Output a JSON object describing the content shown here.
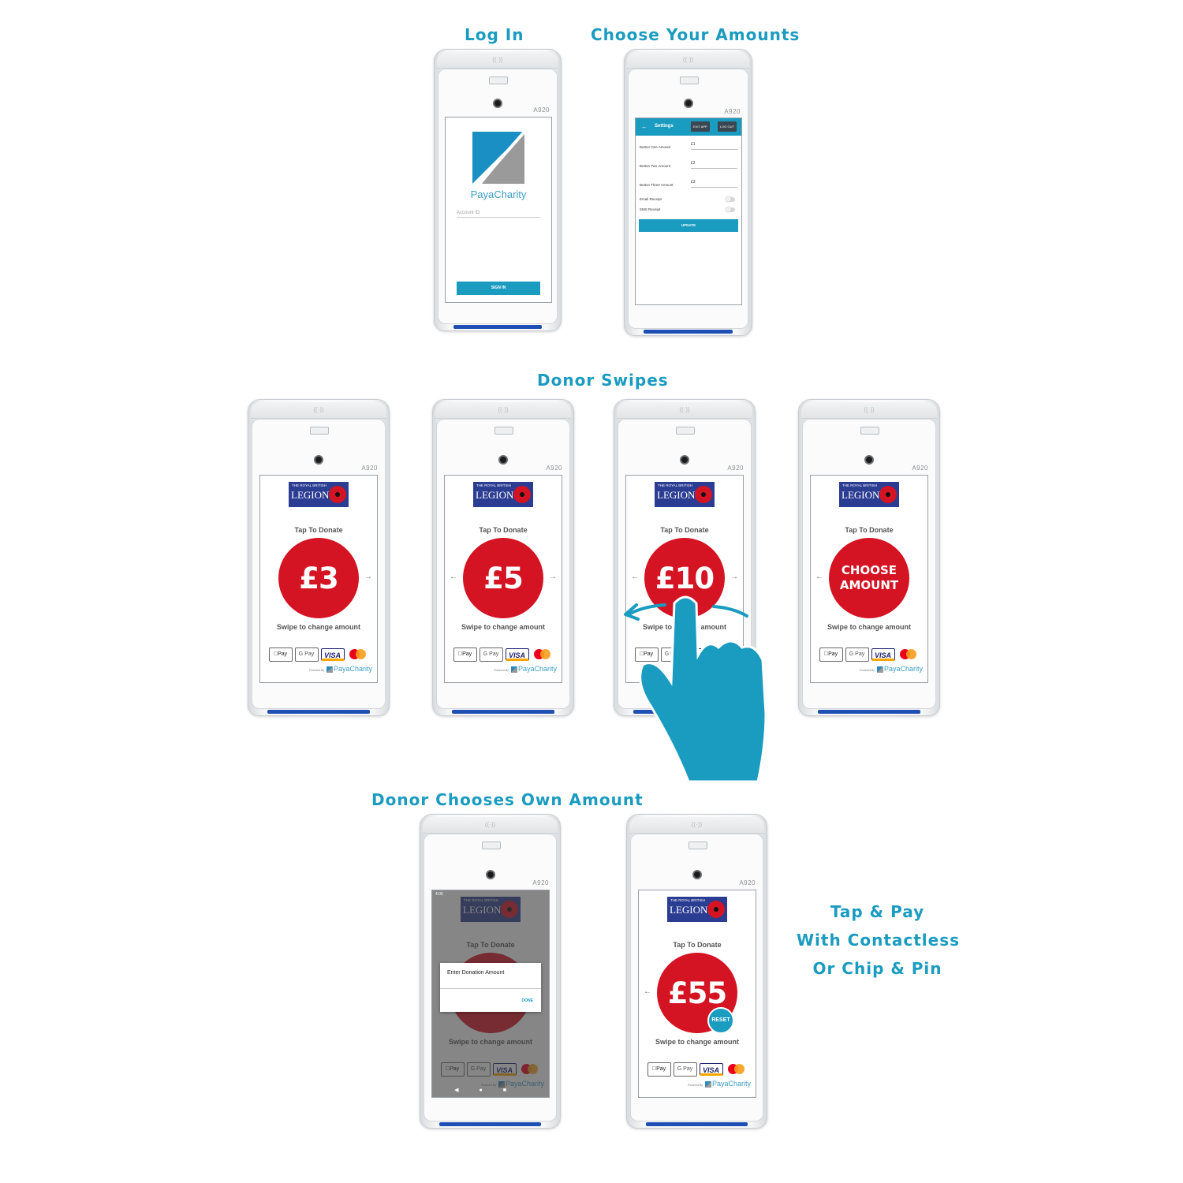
{
  "headings": {
    "log_in": "Log In",
    "choose_amounts": "Choose Your Amounts",
    "donor_swipes": "Donor Swipes",
    "donor_chooses": "Donor Chooses Own Amount"
  },
  "side_caption": [
    "Tap & Pay",
    "With Contactless",
    "Or Chip & Pin"
  ],
  "device": {
    "model": "A920"
  },
  "login_screen": {
    "brand": "PayaCharity",
    "account_placeholder": "Account ID",
    "sign_in_label": "SIGN IN"
  },
  "settings_screen": {
    "title": "Settings",
    "exit_app_label": "EXIT APP",
    "log_out_label": "LOG OUT",
    "rows": [
      {
        "label": "Button One Amount",
        "value": "£1"
      },
      {
        "label": "Button Two Amount",
        "value": "£2"
      },
      {
        "label": "Button Three Amount",
        "value": "£3"
      }
    ],
    "toggles": [
      {
        "label": "Email Receipt",
        "on": false
      },
      {
        "label": "SMS Receipt",
        "on": false
      }
    ],
    "update_label": "UPDATE"
  },
  "donate_common": {
    "logo_line1": "THE ROYAL BRITISH",
    "logo_line2": "LEGION",
    "tap_label": "Tap To Donate",
    "swipe_label": "Swipe to change amount",
    "left_arrow": "←",
    "right_arrow": "→",
    "pay_methods": {
      "apple": "Pay",
      "google": "G Pay",
      "visa": "VISA"
    },
    "powered_by": "Powered By",
    "powered_brand": "PayaCharity"
  },
  "swipe_screens": [
    {
      "amount": "£3"
    },
    {
      "amount": "£5"
    },
    {
      "amount": "£10"
    },
    {
      "amount_line1": "CHOOSE",
      "amount_line2": "AMOUNT"
    }
  ],
  "dialog_screen": {
    "status_time": "4:05",
    "dialog_title": "Enter Donation Amount",
    "done_label": "DONE"
  },
  "final_screen": {
    "amount": "£55",
    "reset_label": "RESET"
  },
  "colors": {
    "accent": "#1a9bc0",
    "donate_red": "#d41423",
    "legion_blue": "#2b3d92"
  },
  "icons": [
    "nfc-icon",
    "camera-icon",
    "back-arrow-icon",
    "swipe-left-arrow-icon",
    "swipe-right-arrow-icon",
    "hand-pointer-icon",
    "apple-pay-icon",
    "google-pay-icon",
    "visa-icon",
    "mastercard-icon"
  ]
}
